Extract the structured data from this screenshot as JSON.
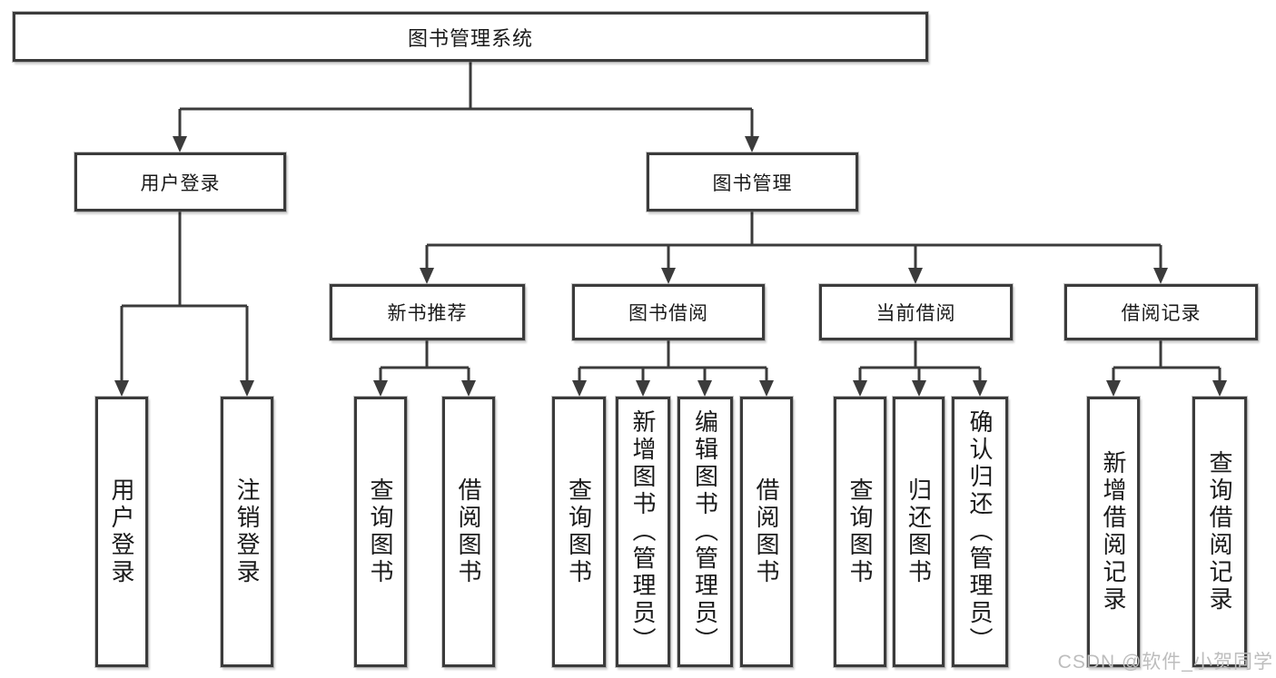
{
  "diagram": {
    "root": {
      "label": "图书管理系统"
    },
    "level2": {
      "user_login": {
        "label": "用户登录"
      },
      "book_management": {
        "label": "图书管理"
      }
    },
    "level3": {
      "new_book_recommend": {
        "label": "新书推荐"
      },
      "book_borrow": {
        "label": "图书借阅"
      },
      "current_borrow": {
        "label": "当前借阅"
      },
      "borrow_records": {
        "label": "借阅记录"
      }
    },
    "leaves": {
      "user_login": [
        "用户登录",
        "注销登录"
      ],
      "new_book_recommend": [
        "查询图书",
        "借阅图书"
      ],
      "book_borrow": [
        "查询图书",
        "新增图书（管理员）",
        "编辑图书（管理员）",
        "借阅图书"
      ],
      "current_borrow": [
        "查询图书",
        "归还图书",
        "确认归还（管理员）"
      ],
      "borrow_records": [
        "新增借阅记录",
        "查询借阅记录"
      ]
    }
  },
  "watermark": {
    "text": "CSDN @软件_小贺同学"
  },
  "colors": {
    "line": "#3b3b3b",
    "box_border": "#3b3b3b",
    "box_fill": "#ffffff",
    "text": "#1a1a1a",
    "watermark": "#bdbdbd"
  }
}
